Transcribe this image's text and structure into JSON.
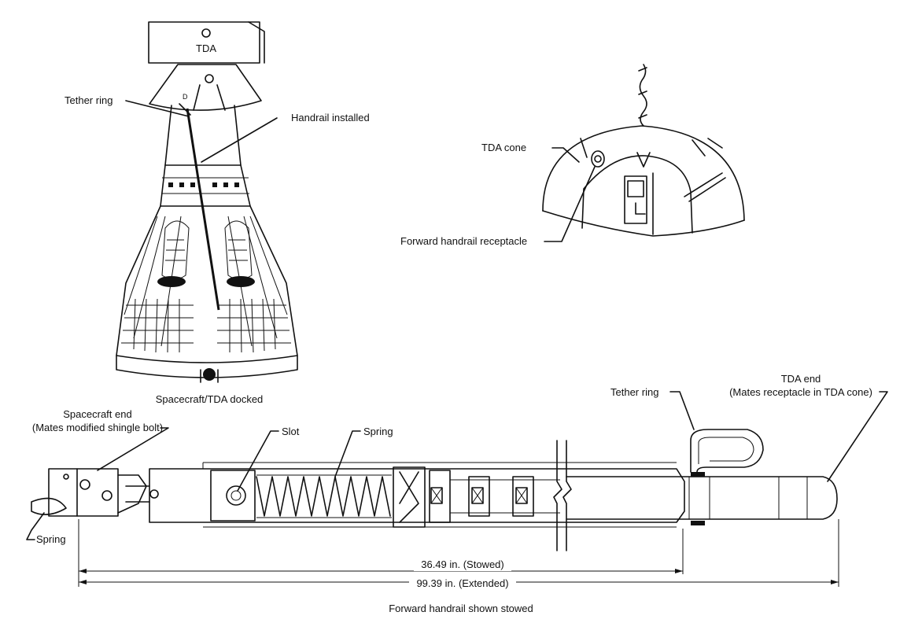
{
  "labels": {
    "tda_top": "TDA",
    "tether_ring_top": "Tether ring",
    "handrail_installed": "Handrail  installed",
    "tda_cone": "TDA cone",
    "forward_receptacle": "Forward handrail receptacle",
    "docked_caption": "Spacecraft/TDA docked",
    "spacecraft_end_1": "Spacecraft end",
    "spacecraft_end_2": "(Mates modified shingle bolt)",
    "slot": "Slot",
    "spring_top": "Spring",
    "tether_ring_bottom": "Tether ring",
    "tda_end_1": "TDA  end",
    "tda_end_2": "(Mates receptacle in TDA cone)",
    "spring_left": "Spring",
    "dim_stowed": "36.49 in. (Stowed)",
    "dim_extended": "99.39 in. (Extended)",
    "caption": "Forward handrail shown stowed"
  }
}
